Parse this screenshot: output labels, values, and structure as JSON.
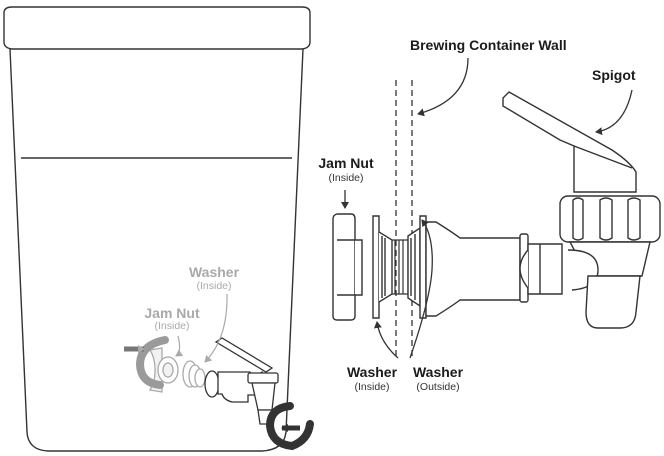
{
  "labels": {
    "wall": "Brewing Container Wall",
    "spigot": "Spigot",
    "jam_nut": "Jam Nut",
    "jam_nut_sub": "(Inside)",
    "washer_inside": "Washer",
    "washer_inside_sub": "(Inside)",
    "washer_outside": "Washer",
    "washer_outside_sub": "(Outside)",
    "washer_small": "Washer",
    "washer_small_sub": "(Inside)",
    "jam_nut_small": "Jam Nut",
    "jam_nut_small_sub": "(Inside)"
  },
  "colors": {
    "line": "#333333",
    "faded": "#a9a9a9",
    "arrow_dark": "#3a3a3a",
    "arrow_light": "#9a9a9a"
  },
  "icons": {
    "wall_lines": "dashed-wall-lines",
    "rotate_dark": "rotate-arrow-icon",
    "rotate_light": "rotate-arrow-icon",
    "push_arrow": "push-arrow-icon"
  }
}
